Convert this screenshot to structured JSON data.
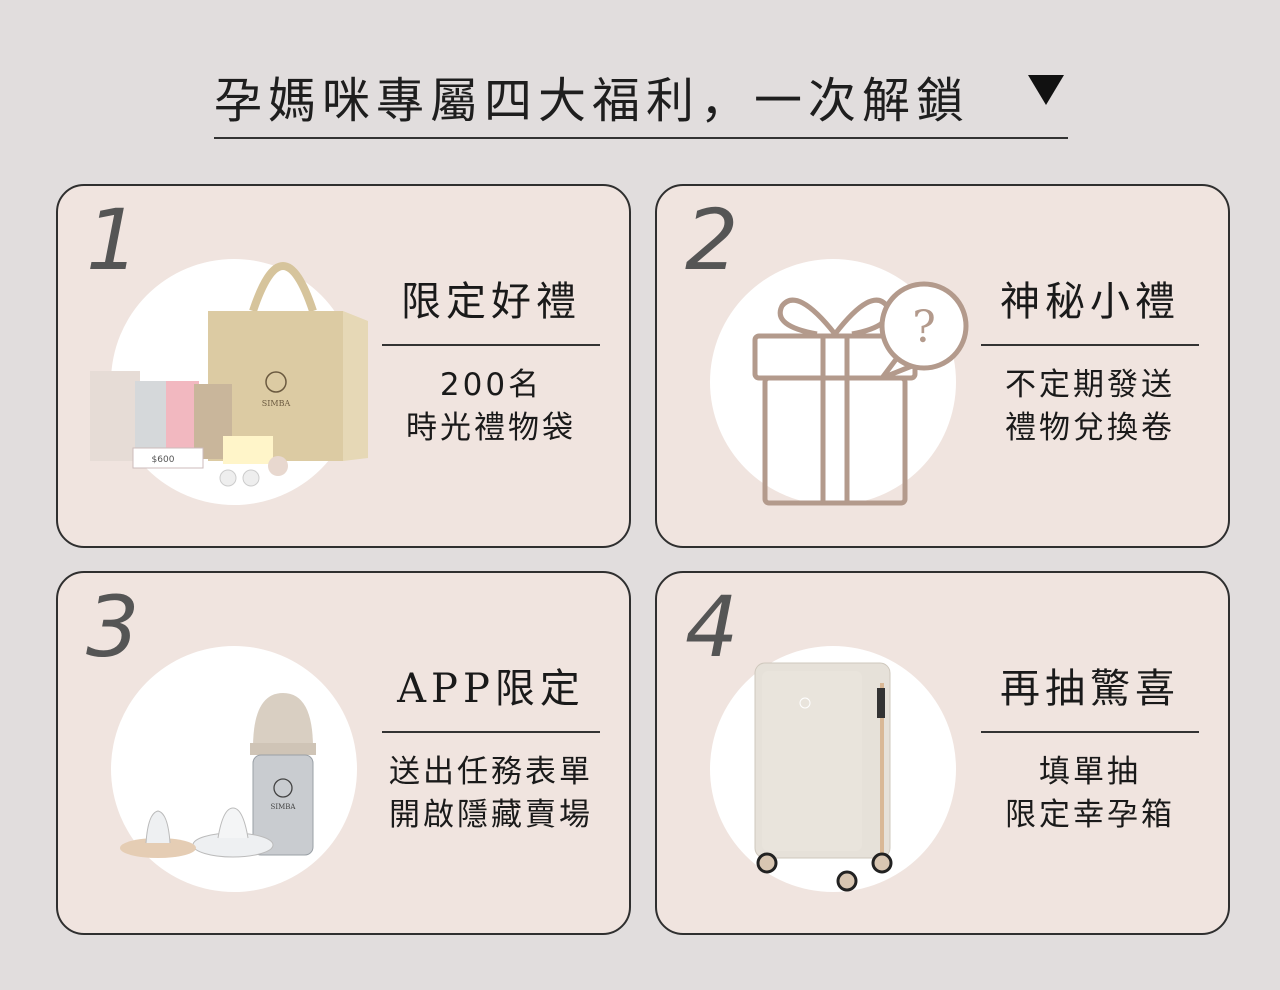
{
  "header": {
    "title": "孕媽咪專屬四大福利，一次解鎖",
    "arrow_icon": "triangle-down-icon"
  },
  "cards": [
    {
      "number": "1",
      "title": "限定好禮",
      "lines": [
        "200名",
        "時光禮物袋"
      ],
      "brand": "SIMBA",
      "price_tag": "$600"
    },
    {
      "number": "2",
      "title": "神秘小禮",
      "lines": [
        "不定期發送",
        "禮物兌換卷"
      ],
      "bubble": "?"
    },
    {
      "number": "3",
      "title": "APP限定",
      "lines": [
        "送出任務表單",
        "開啟隱藏賣場"
      ],
      "brand": "SIMBA"
    },
    {
      "number": "4",
      "title": "再抽驚喜",
      "lines": [
        "填單抽",
        "限定幸孕箱"
      ]
    }
  ],
  "colors": {
    "background": "#e1dddd",
    "card": "#f0e4df",
    "border": "#2f2f2f",
    "gift_line": "#b39a8c"
  }
}
